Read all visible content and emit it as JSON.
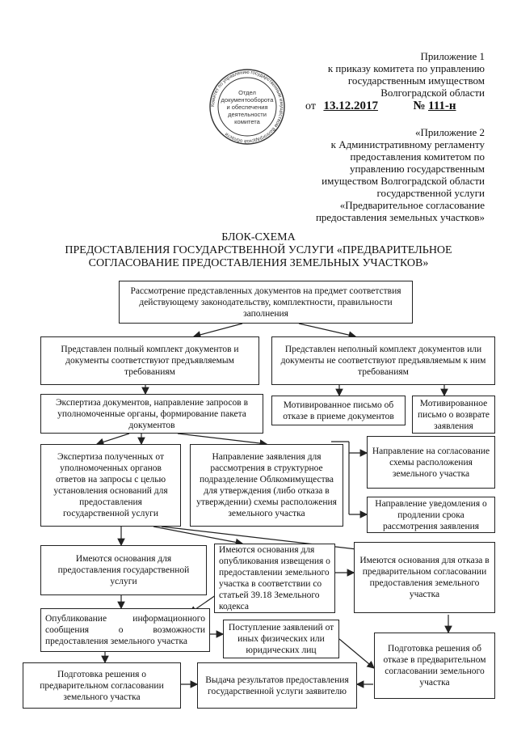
{
  "header": {
    "lines1": [
      "Приложение  1",
      "к приказу комитета по управлению",
      "государственным имуществом",
      "Волгоградской области"
    ],
    "date_prefix": "от",
    "date": "13.12.2017",
    "num_sign": "№",
    "num": "111-н",
    "lines2": [
      "«Приложение  2",
      "к Административному регламенту",
      "предоставления комитетом по",
      "управлению государственным",
      "имуществом Волгоградской области",
      "государственной услуги",
      "«Предварительное согласование",
      "предоставления земельных участков»"
    ]
  },
  "stamp": {
    "center_lines": [
      "Отдел",
      "документооборота",
      "и обеспечения",
      "деятельности",
      "комитета"
    ],
    "ring_text": "Комитет по управлению государственным имуществом Волгоградской области"
  },
  "title": {
    "line1": "БЛОК-СХЕМА",
    "line2": "ПРЕДОСТАВЛЕНИЯ ГОСУДАРСТВЕННОЙ УСЛУГИ «ПРЕДВАРИТЕЛЬНОЕ",
    "line3": "СОГЛАСОВАНИЕ ПРЕДОСТАВЛЕНИЯ ЗЕМЕЛЬНЫХ УЧАСТКОВ»"
  },
  "boxes": {
    "review": "Рассмотрение представленных документов на предмет соответствия действующему законодательству, комплектности, правильности заполнения",
    "full_set": "Представлен полный комплект документов и документы соответствуют предъявляемым требованиям",
    "incomplete_set": "Представлен неполный комплект документов или документы не соответствуют предъявляемым к ним  требованиям",
    "expertise_requests": "Экспертиза документов, направление запросов в уполномоченные органы, формирование пакета документов",
    "refusal_letter": "Мотивированное письмо об отказе в приеме документов",
    "return_letter": "Мотивированное письмо о возврате заявления",
    "expertise_answers": "Экспертиза полученных от уполномоченных органов ответов на запросы с целью установления оснований для предоставления государственной услуги",
    "structural_division": "Направление заявления для рассмотрения  в структурное подразделение Облкомимущества для утверждения (либо отказа в утверждении) схемы расположения земельного участка",
    "scheme_approval": "Направление на согласование схемы расположения земельного участка",
    "extension_notice": "Направление уведомления о продлении срока рассмотрения заявления",
    "grounds_provide": "Имеются основания для предоставления государственной услуги",
    "grounds_publish": "Имеются основания для опубликования извещения о предоставлении земельного участка в соответствии со статьей 39.18 Земельного кодекса",
    "grounds_refuse": "Имеются основания для отказа в предварительном согласовании предоставления земельного участка",
    "publication": "Опубликование информационного сообщения о возможности предоставления земельного участка",
    "applications_received": "Поступление заявлений от иных физических или юридических лиц",
    "refusal_decision": "Подготовка решения об отказе в предварительном согласовании земельного участка",
    "approval_decision": "Подготовка решения о предварительном согласовании земельного участка",
    "issue_results": "Выдача результатов предоставления государственной услуги заявителю"
  }
}
